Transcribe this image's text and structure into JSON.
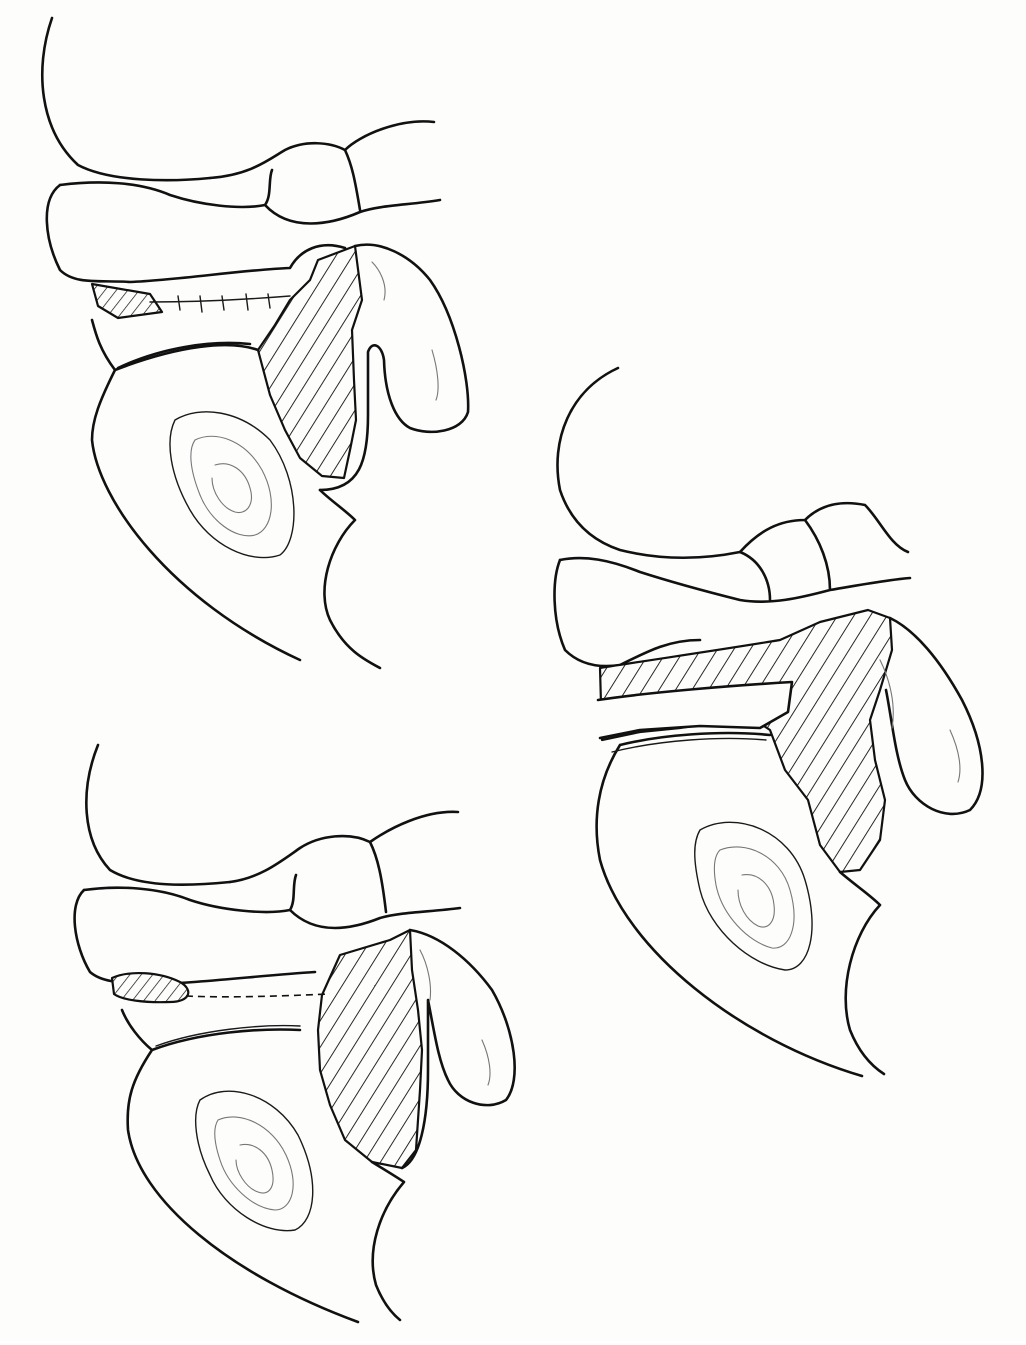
{
  "figure": {
    "panels": [
      {
        "id": "panel-top-left"
      },
      {
        "id": "panel-right"
      },
      {
        "id": "panel-bottom-left"
      }
    ]
  }
}
